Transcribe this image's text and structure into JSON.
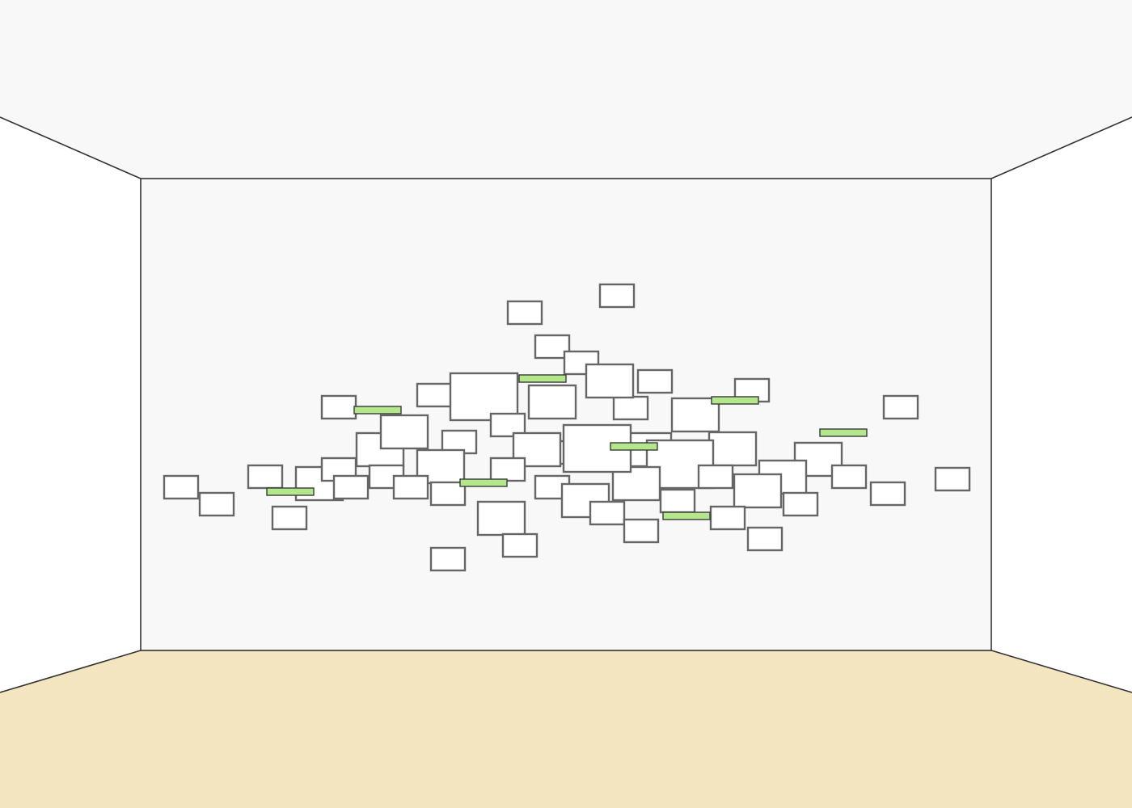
{
  "room": {
    "ceiling_color": "#f8f8f8",
    "back_wall_color": "#f8f8f8",
    "side_wall_color": "#ffffff",
    "floor_color": "#f4e5c1",
    "edge_color": "#333333"
  },
  "gallery": {
    "frame_fill": "#ffffff",
    "frame_stroke": "#666666",
    "bar_fill": "#b4e68c",
    "small_frame_count": 41,
    "large_frame_count": 15,
    "green_bar_count": 9
  }
}
